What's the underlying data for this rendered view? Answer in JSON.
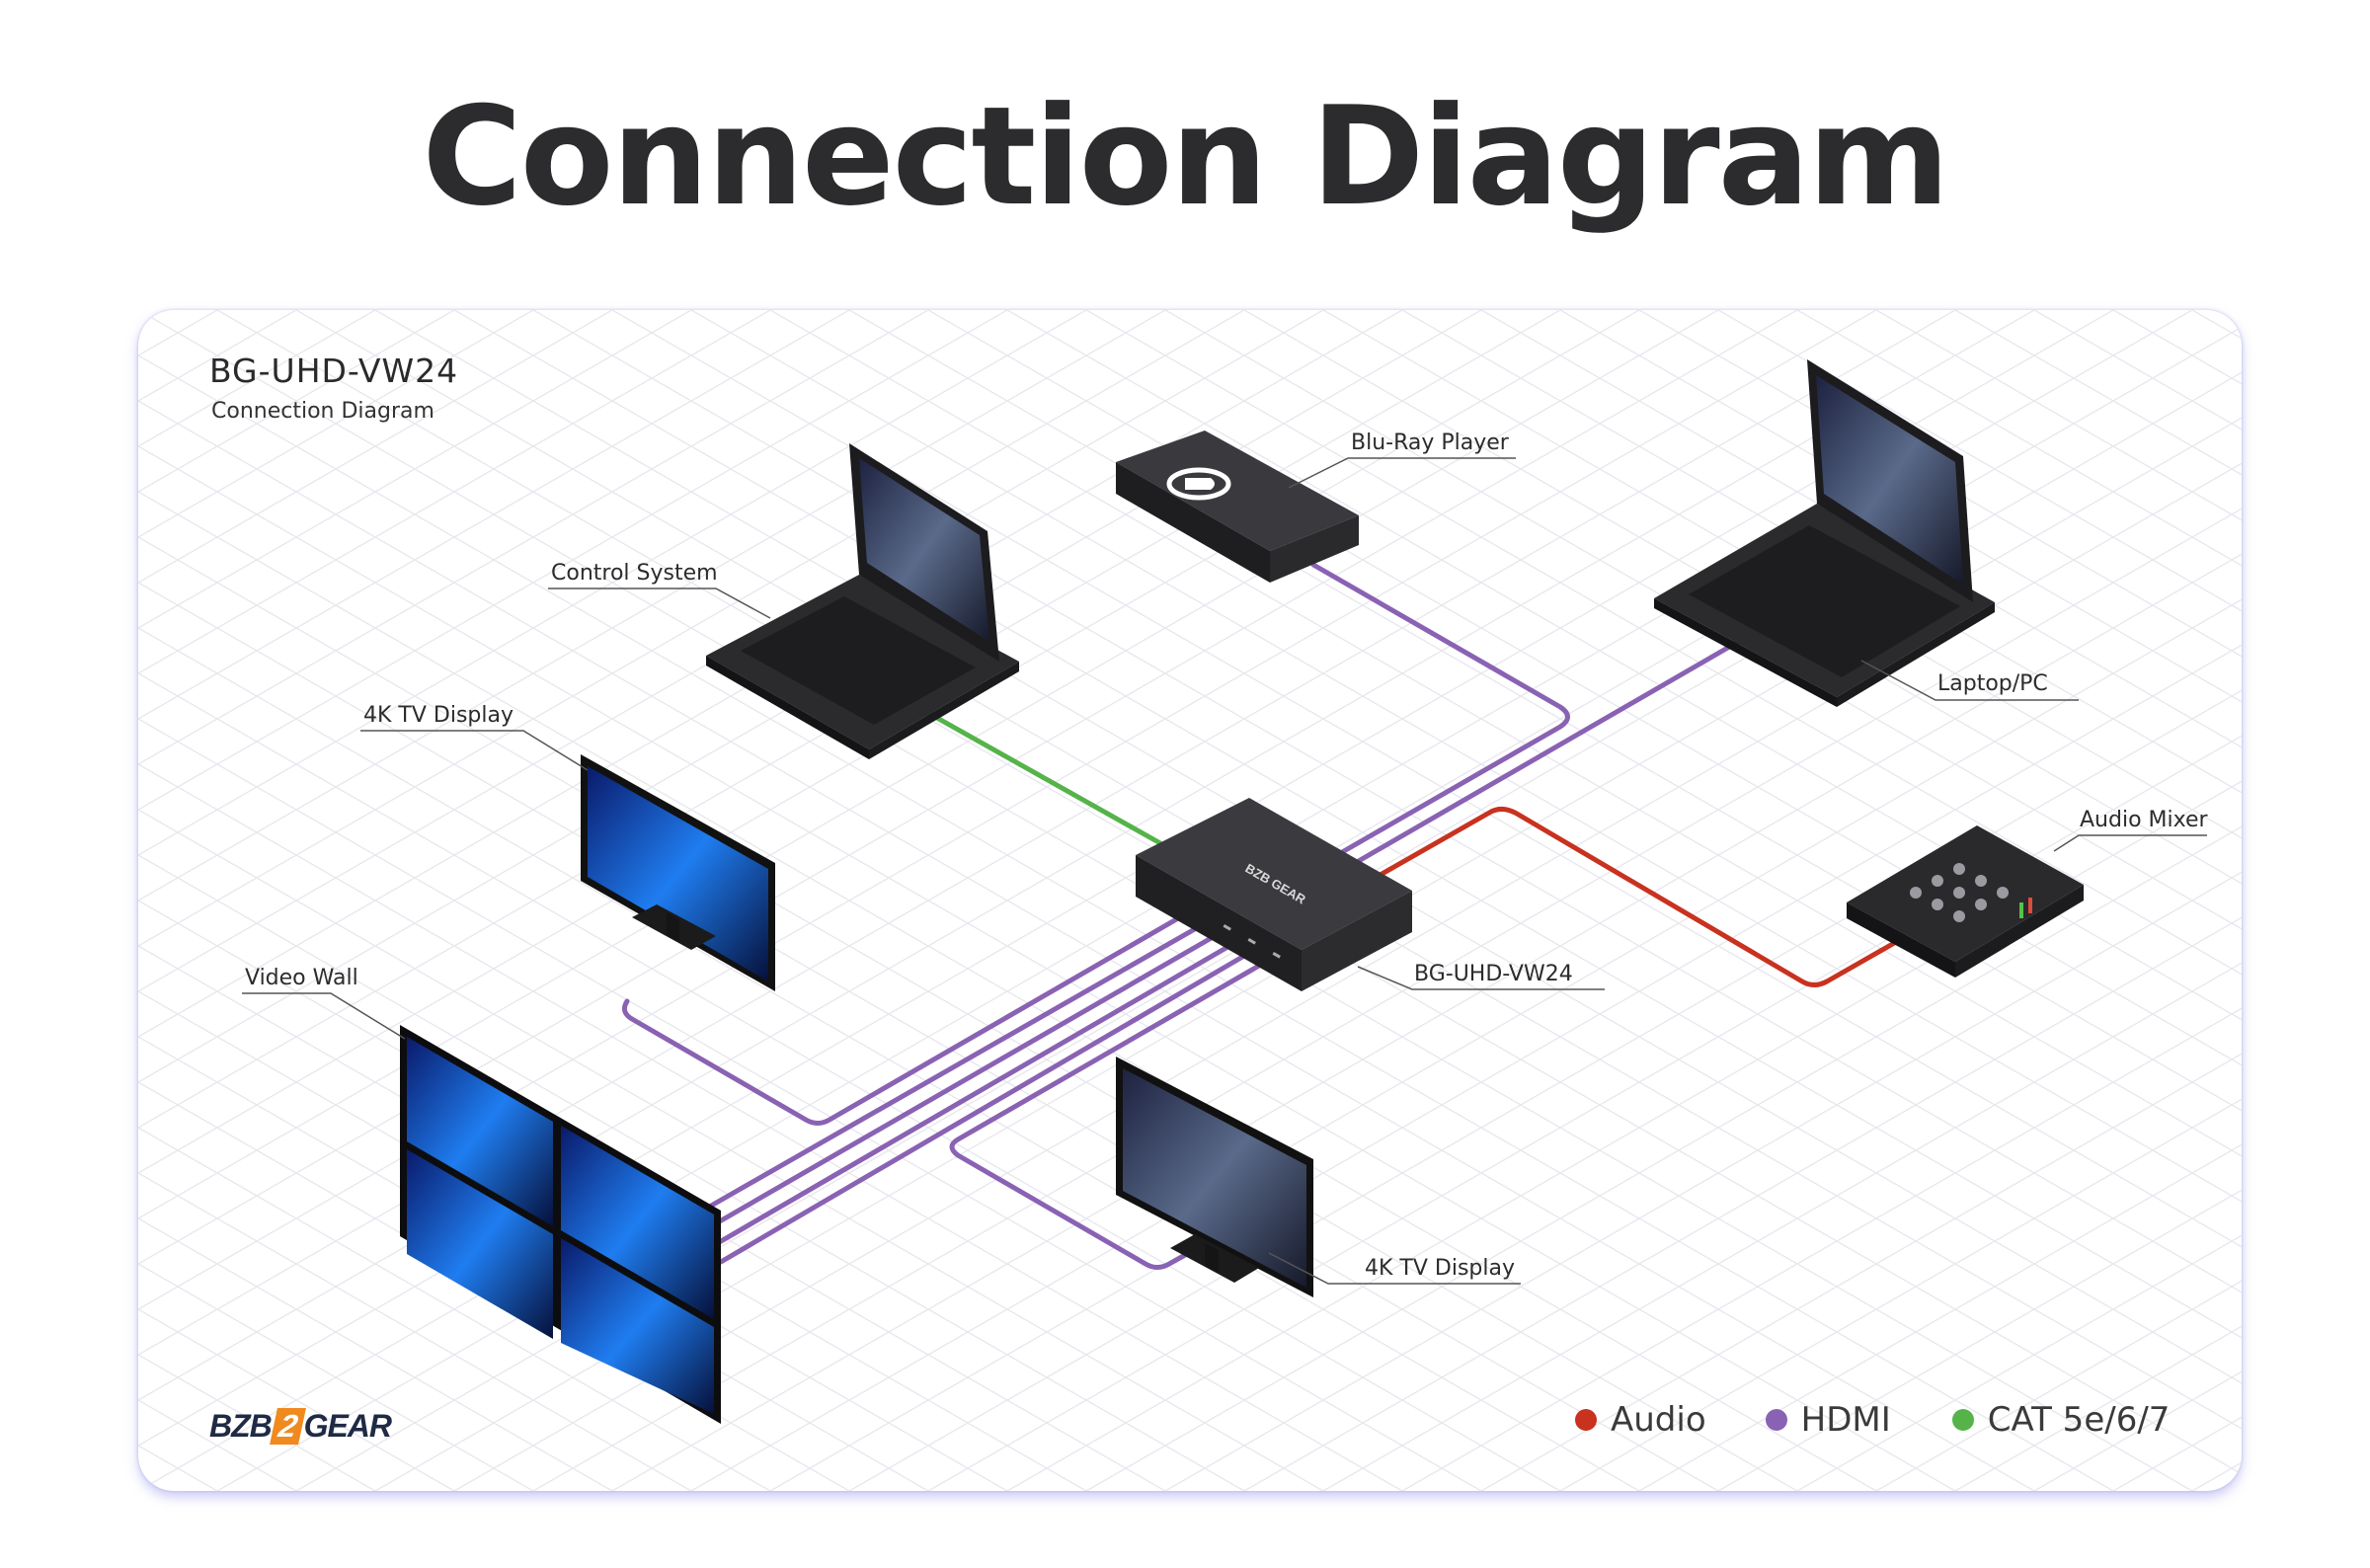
{
  "page": {
    "title": "Connection Diagram"
  },
  "card": {
    "title": "BG-UHD-VW24",
    "subtitle": "Connection Diagram"
  },
  "devices": {
    "blu_ray": "Blu-Ray Player",
    "control_system": "Control System",
    "laptop_pc": "Laptop/PC",
    "tv_display_left": "4K TV Display",
    "audio_mixer": "Audio Mixer",
    "video_wall": "Video Wall",
    "hub": "BG-UHD-VW24",
    "tv_display_bottom": "4K TV Display"
  },
  "brand": {
    "left": "BZB",
    "mid": "2",
    "right": "GEAR"
  },
  "legend": [
    {
      "label": "Audio",
      "color": "#c8321f"
    },
    {
      "label": "HDMI",
      "color": "#8a62b3"
    },
    {
      "label": "CAT 5e/6/7",
      "color": "#55b34a"
    }
  ],
  "colors": {
    "audio": "#c8321f",
    "hdmi": "#8a62b3",
    "cat": "#55b34a",
    "device": "#2b2b2e"
  }
}
